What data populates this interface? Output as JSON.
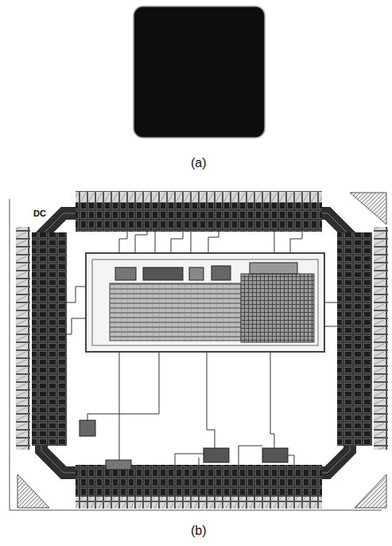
{
  "diagram": {
    "labels": [
      "(a)",
      "(b)",
      "DC"
    ]
  }
}
